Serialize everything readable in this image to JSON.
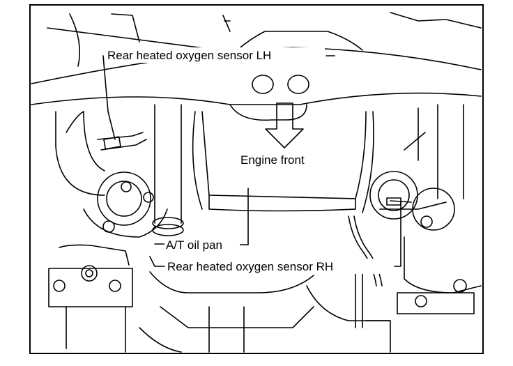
{
  "diagram": {
    "labels": {
      "rear_sensor_lh": "Rear heated oxygen sensor LH",
      "engine_front": "Engine front",
      "at_oil_pan": "A/T oil pan",
      "rear_sensor_rh": "Rear heated oxygen sensor RH"
    },
    "colors": {
      "ink": "#000000",
      "paper": "#ffffff"
    }
  }
}
